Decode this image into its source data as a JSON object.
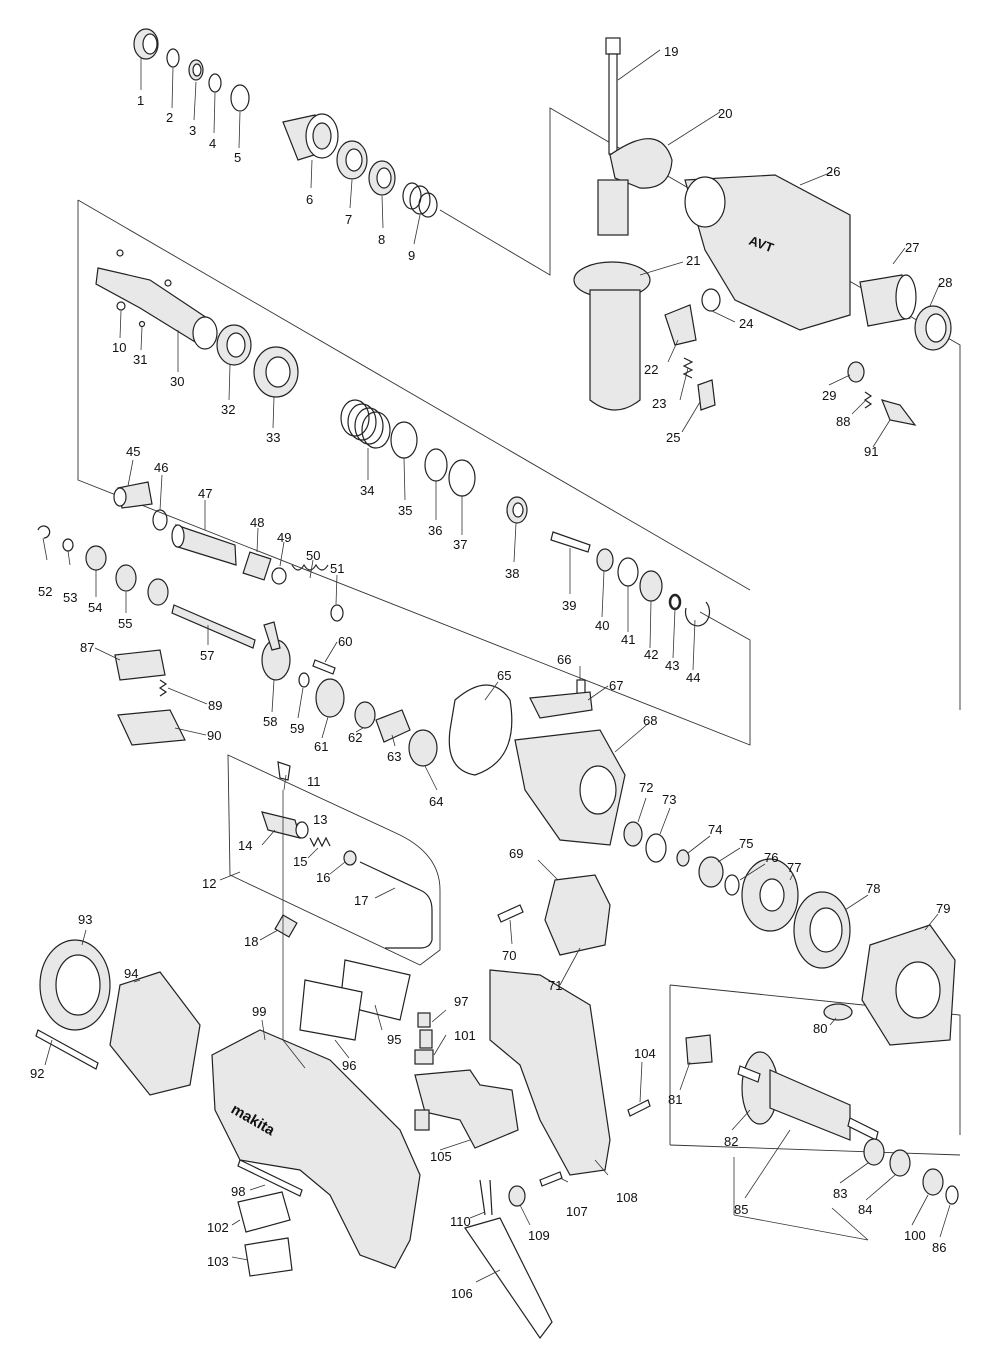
{
  "diagram": {
    "type": "exploded-parts-view",
    "brand_marks": [
      "makita",
      "AVT"
    ],
    "callouts": [
      "1",
      "2",
      "3",
      "4",
      "5",
      "6",
      "7",
      "8",
      "9",
      "10",
      "11",
      "12",
      "13",
      "14",
      "15",
      "16",
      "17",
      "18",
      "19",
      "20",
      "21",
      "22",
      "23",
      "24",
      "25",
      "26",
      "27",
      "28",
      "29",
      "30",
      "31",
      "32",
      "33",
      "34",
      "35",
      "36",
      "37",
      "38",
      "39",
      "40",
      "41",
      "42",
      "43",
      "44",
      "45",
      "46",
      "47",
      "48",
      "49",
      "50",
      "51",
      "52",
      "53",
      "54",
      "55",
      "57",
      "58",
      "59",
      "60",
      "61",
      "62",
      "63",
      "64",
      "65",
      "66",
      "67",
      "68",
      "69",
      "70",
      "71",
      "72",
      "73",
      "74",
      "75",
      "76",
      "77",
      "78",
      "79",
      "80",
      "81",
      "82",
      "83",
      "84",
      "85",
      "86",
      "87",
      "88",
      "89",
      "90",
      "91",
      "92",
      "93",
      "94",
      "95",
      "96",
      "97",
      "98",
      "99",
      "100",
      "101",
      "102",
      "103",
      "104",
      "105",
      "106",
      "107",
      "108",
      "109",
      "110"
    ]
  }
}
